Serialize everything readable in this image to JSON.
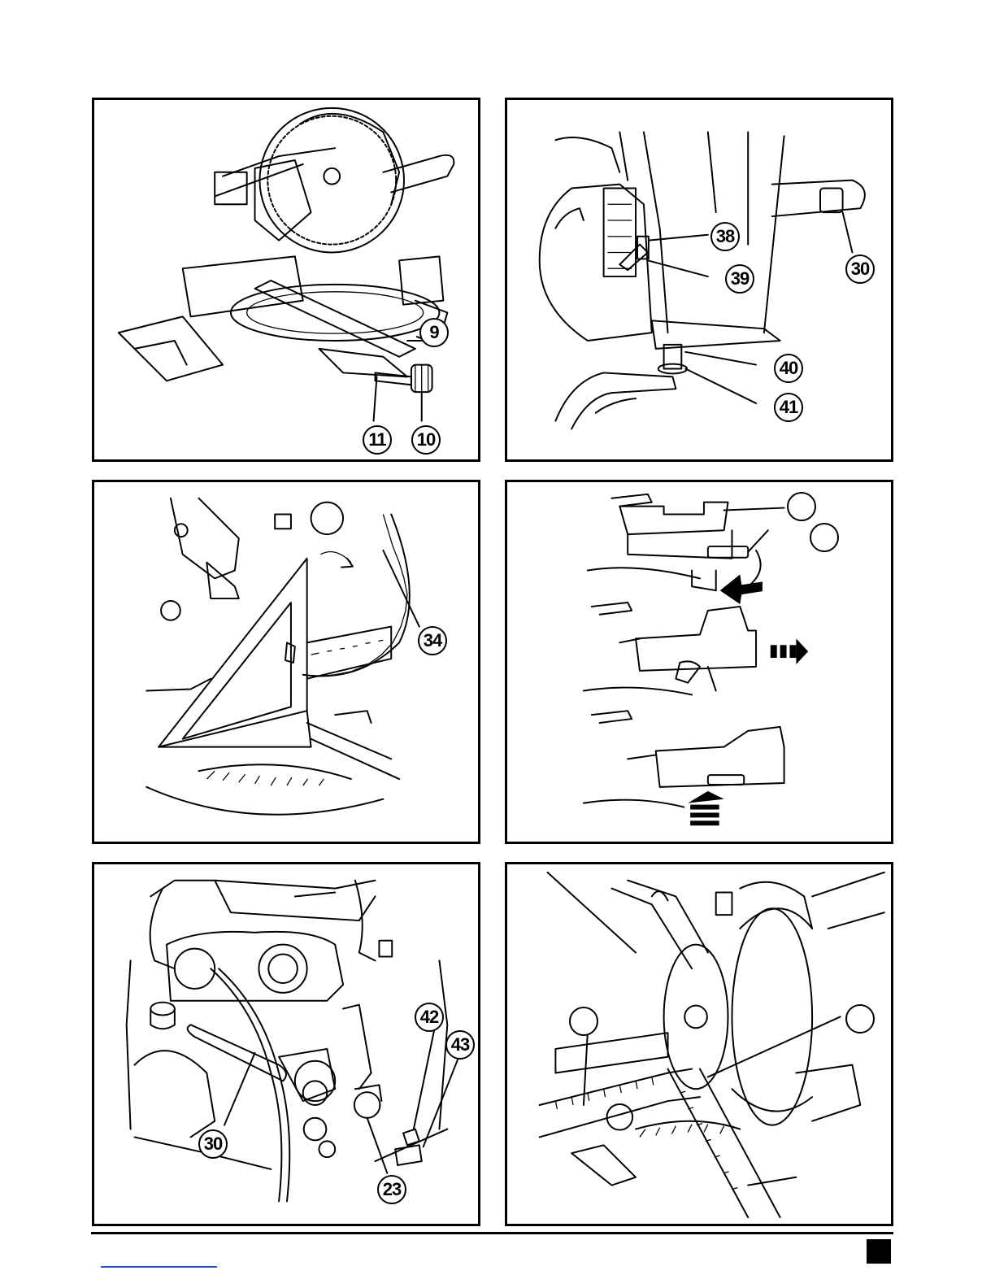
{
  "figures": [
    {
      "id": "fig-1",
      "callouts": [
        "9",
        "11",
        "10"
      ]
    },
    {
      "id": "fig-2",
      "callouts": [
        "38",
        "39",
        "30",
        "40",
        "41"
      ]
    },
    {
      "id": "fig-3",
      "callouts": [
        "34"
      ]
    },
    {
      "id": "fig-4",
      "callouts": [
        "",
        ""
      ]
    },
    {
      "id": "fig-5",
      "callouts": [
        "42",
        "43",
        "30",
        "23"
      ]
    },
    {
      "id": "fig-6",
      "callouts": [
        "",
        ""
      ]
    }
  ],
  "colors": {
    "line": "#000000",
    "paper": "#ffffff",
    "link_underline": "#2b4fc0"
  }
}
